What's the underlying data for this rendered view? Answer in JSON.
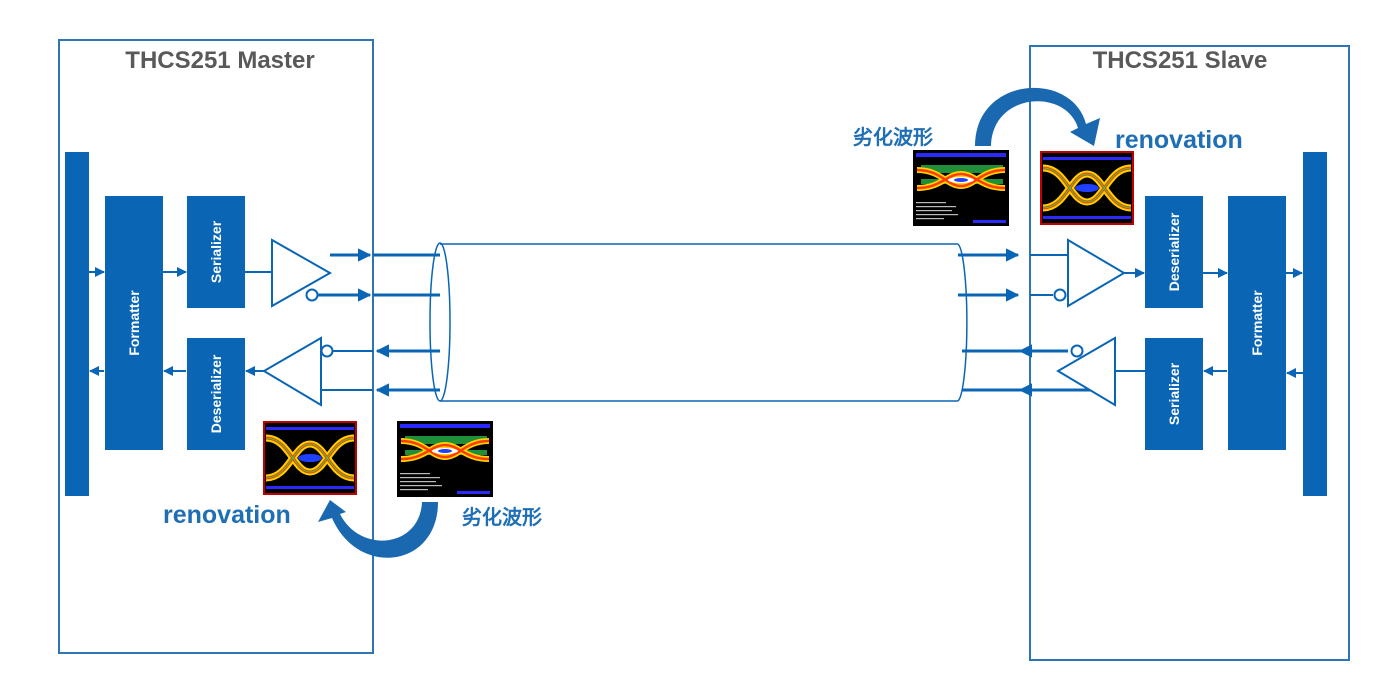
{
  "colors": {
    "block": "#0a66b4",
    "frame": "#2e75b6",
    "title": "#595959",
    "accent_text": "#1f6fb5",
    "eye_border_good": "#c00000"
  },
  "master": {
    "title": "THCS251 Master",
    "formatter_label": "Formatter",
    "serializer_label": "Serializer",
    "deserializer_label": "Deserializer",
    "eye_caption": "renovation",
    "degraded_caption": "劣化波形"
  },
  "slave": {
    "title": "THCS251 Slave",
    "formatter_label": "Formatter",
    "serializer_label": "Serializer",
    "deserializer_label": "Deserializer",
    "eye_caption": "renovation",
    "degraded_caption": "劣化波形"
  },
  "icons": [
    "driver-triangle-icon",
    "receiver-triangle-icon",
    "cable-icon",
    "eye-diagram-icon",
    "curved-arrow-icon"
  ]
}
